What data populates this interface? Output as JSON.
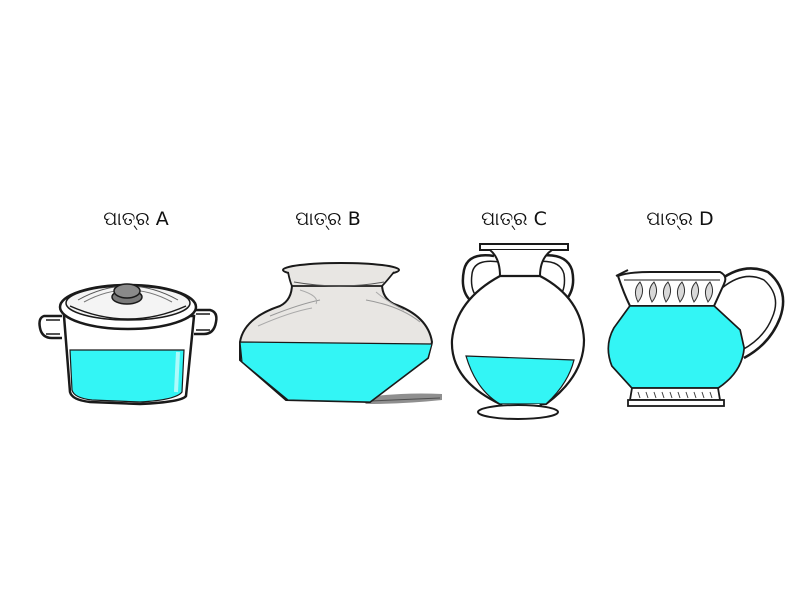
{
  "vessels": [
    {
      "label": "ପାତ୍ର A",
      "kind": "cooking-pot"
    },
    {
      "label": "ପାତ୍ର  B",
      "kind": "clay-pot"
    },
    {
      "label": "ପାତ୍ର C",
      "kind": "amphora"
    },
    {
      "label": "ପାତ୍ର D",
      "kind": "jug"
    }
  ],
  "colors": {
    "water": "#33f5f5",
    "outline": "#1a1a1a",
    "clay": "#e8e6e3"
  }
}
